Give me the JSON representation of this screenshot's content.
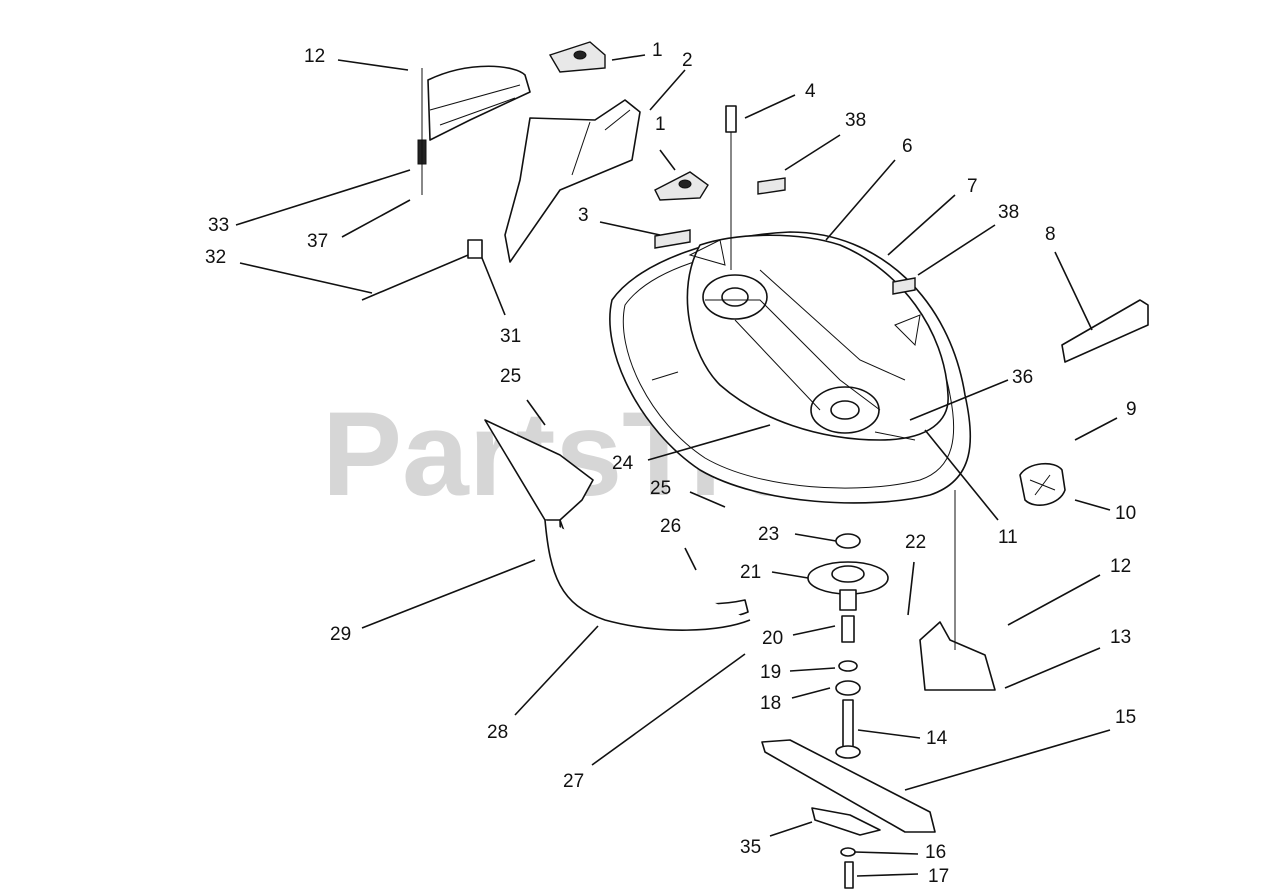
{
  "watermark": "PartsTree",
  "callouts": [
    {
      "id": "c12a",
      "label": "12"
    },
    {
      "id": "c1a",
      "label": "1"
    },
    {
      "id": "c2",
      "label": "2"
    },
    {
      "id": "c1b",
      "label": "1"
    },
    {
      "id": "c4",
      "label": "4"
    },
    {
      "id": "c38a",
      "label": "38"
    },
    {
      "id": "c6",
      "label": "6"
    },
    {
      "id": "c7",
      "label": "7"
    },
    {
      "id": "c38b",
      "label": "38"
    },
    {
      "id": "c8",
      "label": "8"
    },
    {
      "id": "c3",
      "label": "3"
    },
    {
      "id": "c33",
      "label": "33"
    },
    {
      "id": "c37",
      "label": "37"
    },
    {
      "id": "c32",
      "label": "32"
    },
    {
      "id": "c31",
      "label": "31"
    },
    {
      "id": "c25a",
      "label": "25"
    },
    {
      "id": "c36",
      "label": "36"
    },
    {
      "id": "c9",
      "label": "9"
    },
    {
      "id": "c24",
      "label": "24"
    },
    {
      "id": "c25b",
      "label": "25"
    },
    {
      "id": "c10",
      "label": "10"
    },
    {
      "id": "c11",
      "label": "11"
    },
    {
      "id": "c26",
      "label": "26"
    },
    {
      "id": "c23",
      "label": "23"
    },
    {
      "id": "c22",
      "label": "22"
    },
    {
      "id": "c12b",
      "label": "12"
    },
    {
      "id": "c21",
      "label": "21"
    },
    {
      "id": "c29",
      "label": "29"
    },
    {
      "id": "c20",
      "label": "20"
    },
    {
      "id": "c13",
      "label": "13"
    },
    {
      "id": "c19",
      "label": "19"
    },
    {
      "id": "c18",
      "label": "18"
    },
    {
      "id": "c28",
      "label": "28"
    },
    {
      "id": "c15",
      "label": "15"
    },
    {
      "id": "c14",
      "label": "14"
    },
    {
      "id": "c27",
      "label": "27"
    },
    {
      "id": "c35",
      "label": "35"
    },
    {
      "id": "c16",
      "label": "16"
    },
    {
      "id": "c17",
      "label": "17"
    }
  ]
}
